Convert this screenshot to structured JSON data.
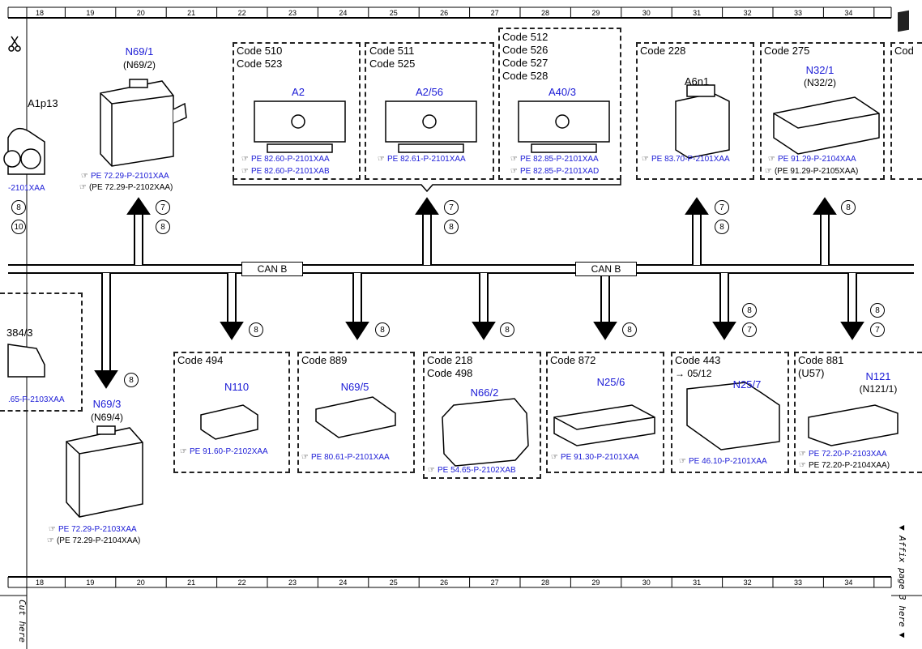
{
  "ruler": {
    "numbers": [
      "18",
      "19",
      "20",
      "21",
      "22",
      "23",
      "24",
      "25",
      "26",
      "27",
      "28",
      "29",
      "30",
      "31",
      "32",
      "33",
      "34"
    ]
  },
  "side_labels": {
    "affix": "▼ Affix page 3 here ▼",
    "cut": "Cut here"
  },
  "bus": {
    "left_label": "CAN B",
    "right_label": "CAN B"
  },
  "top_components": [
    {
      "id": "a1p13",
      "label": "A1p13",
      "ref": "-2101XAA",
      "circles": [
        "8",
        "10"
      ]
    },
    {
      "id": "n69-1",
      "label": "N69/1",
      "alt": "(N69/2)",
      "refs": [
        "PE 72.29-P-2101XAA",
        "(PE 72.29-P-2102XAA)"
      ],
      "circles": [
        "7",
        "8"
      ]
    },
    {
      "id": "a2",
      "codes": [
        "Code 510",
        "Code 523"
      ],
      "label": "A2",
      "refs": [
        "PE 82.60-P-2101XAA",
        "PE 82.60-P-2101XAB"
      ]
    },
    {
      "id": "a2-56",
      "codes": [
        "Code 511",
        "Code 525"
      ],
      "label": "A2/56",
      "refs": [
        "PE 82.61-P-2101XAA"
      ],
      "circles": [
        "7",
        "8"
      ]
    },
    {
      "id": "a40-3",
      "codes": [
        "Code 512",
        "Code 526",
        "Code 527",
        "Code 528"
      ],
      "label": "A40/3",
      "refs": [
        "PE 82.85-P-2101XAA",
        "PE 82.85-P-2101XAD"
      ]
    },
    {
      "id": "a6n1",
      "codes": [
        "Code 228"
      ],
      "label": "A6n1",
      "refs": [
        "PE 83.70-P-2101XAA"
      ],
      "circles": [
        "7",
        "8"
      ]
    },
    {
      "id": "n32-1",
      "codes": [
        "Code 275"
      ],
      "label": "N32/1",
      "alt": "(N32/2)",
      "refs": [
        "PE 91.29-P-2104XAA",
        "(PE 91.29-P-2105XAA)"
      ],
      "circles": [
        "8"
      ]
    },
    {
      "id": "cod-partial",
      "codes": [
        "Cod"
      ]
    }
  ],
  "bottom_components": [
    {
      "id": "b84-3",
      "label": "384/3",
      "ref": ".65-P-2103XAA"
    },
    {
      "id": "n69-3",
      "label": "N69/3",
      "alt": "(N69/4)",
      "refs": [
        "PE 72.29-P-2103XAA",
        "(PE 72.29-P-2104XAA)"
      ],
      "circles": [
        "8"
      ]
    },
    {
      "id": "n110",
      "codes": [
        "Code 494"
      ],
      "label": "N110",
      "refs": [
        "PE 91.60-P-2102XAA"
      ],
      "circles": [
        "8"
      ]
    },
    {
      "id": "n69-5",
      "codes": [
        "Code 889"
      ],
      "label": "N69/5",
      "refs": [
        "PE 80.61-P-2101XAA"
      ],
      "circles": [
        "8"
      ]
    },
    {
      "id": "n66-2",
      "codes": [
        "Code 218",
        "Code 498"
      ],
      "label": "N66/2",
      "refs": [
        "PE 54.65-P-2102XAB"
      ],
      "circles": [
        "8"
      ]
    },
    {
      "id": "n25-6",
      "codes": [
        "Code 872"
      ],
      "label": "N25/6",
      "refs": [
        "PE 91.30-P-2101XAA"
      ],
      "circles": [
        "8"
      ]
    },
    {
      "id": "n25-7",
      "codes": [
        "Code 443",
        "→ 05/12"
      ],
      "label": "N25/7",
      "refs": [
        "PE 46.10-P-2101XAA"
      ],
      "circles": [
        "8",
        "7"
      ]
    },
    {
      "id": "n121",
      "codes": [
        "Code 881",
        "(U57)"
      ],
      "label": "N121",
      "alt": "(N121/1)",
      "refs": [
        "PE 72.20-P-2103XAA",
        "PE 72.20-P-2104XAA)"
      ],
      "circles": [
        "8",
        "7"
      ]
    }
  ],
  "colors": {
    "label_blue": "#1b1bd6",
    "line": "#000000"
  }
}
